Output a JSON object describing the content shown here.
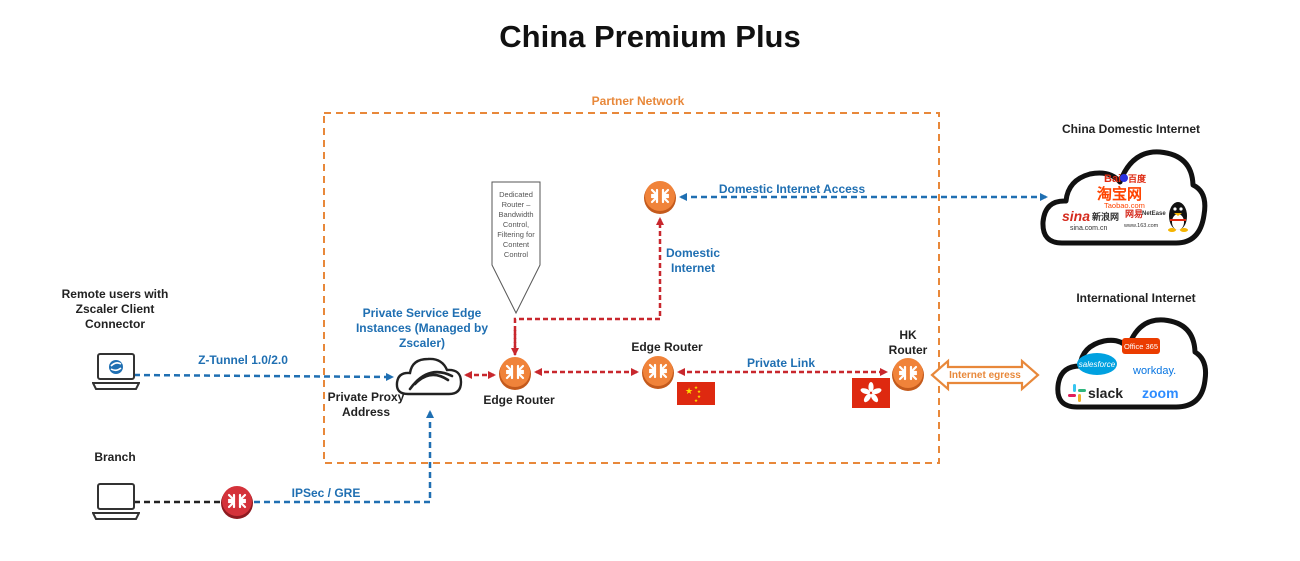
{
  "title": "China Premium Plus",
  "partner_network": "Partner Network",
  "china_domestic": {
    "title": "China Domestic Internet",
    "logos": {
      "baidu_a": "Bai",
      "baidu_b": "百度",
      "taobao": "淘宝网",
      "taobao_url": "Taobao.com",
      "sina": "sina",
      "sina_cn": "新浪网",
      "sina_url": "sina.com.cn",
      "netease_a": "网易",
      "netease_b": "NetEase",
      "netease_url": "www.163.com"
    }
  },
  "international": {
    "title": "International Internet",
    "logos": {
      "office": "Office 365",
      "salesforce": "salesforce",
      "workday": "workday.",
      "slack": "slack",
      "zoom": "zoom"
    }
  },
  "remote_users": [
    "Remote users with",
    "Zscaler Client",
    "Connector"
  ],
  "branch": "Branch",
  "ztunnel": "Z-Tunnel 1.0/2.0",
  "ipsec": "IPSec / GRE",
  "pse": [
    "Private Service Edge",
    "Instances (Managed by",
    "Zscaler)"
  ],
  "private_proxy": [
    "Private Proxy",
    "Address"
  ],
  "dedicated_router": [
    "Dedicated",
    "Router –",
    "Bandwidth",
    "Control,",
    "Filtering for",
    "Content",
    "Control"
  ],
  "edge_router_1": "Edge Router",
  "edge_router_2": "Edge Router",
  "domestic_internet": [
    "Domestic",
    "Internet"
  ],
  "domestic_access": "Domestic Internet Access",
  "private_link": "Private Link",
  "hk_router": [
    "HK",
    "Router"
  ],
  "internet_egress": "Internet egress",
  "colors": {
    "blue": "#1f6fb2",
    "red": "#c8272d",
    "orange": "#e8883a",
    "router_orange": "#f0833a",
    "branch_router_red": "#d4323a"
  },
  "icons": {
    "laptop_remote": "laptop-icon",
    "laptop_branch": "laptop-icon",
    "cloud_zscaler": "zscaler-cloud-icon",
    "router": "router-icon",
    "china_flag": "china-flag-icon",
    "hk_flag": "hong-kong-flag-icon"
  }
}
